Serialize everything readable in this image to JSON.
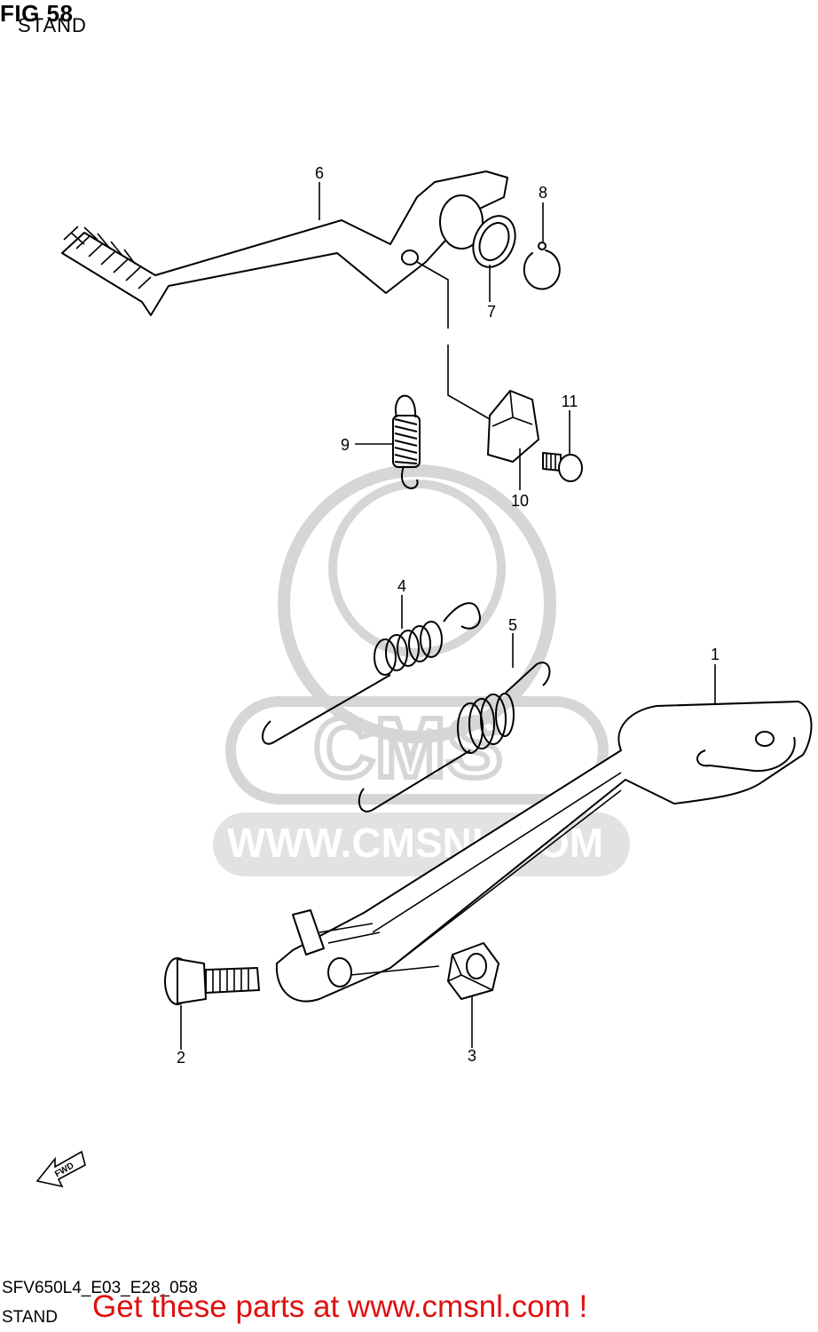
{
  "header": {
    "fig_number": "FIG 58",
    "subtitle": "STAND"
  },
  "footer": {
    "diagram_code": "SFV650L4_E03_E28_058",
    "section_name": "STAND",
    "promo_text": "Get these parts at www.cmsnl.com !"
  },
  "watermark": {
    "brand": "CMS",
    "url": "WWW.CMSNL.COM"
  },
  "fwd_label": "FWD",
  "callouts": {
    "c1": "1",
    "c2": "2",
    "c3": "3",
    "c4": "4",
    "c5": "5",
    "c6": "6",
    "c7": "7",
    "c8": "8",
    "c9": "9",
    "c10": "10",
    "c11": "11"
  },
  "colors": {
    "promo": "#e01010",
    "watermark": "#d6d6d6"
  }
}
